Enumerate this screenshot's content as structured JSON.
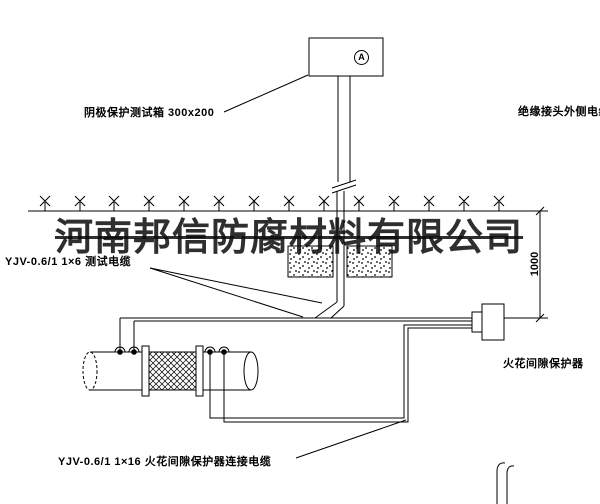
{
  "watermark": "河南邦信防腐材料有限公司",
  "labels": {
    "test_box": "阴极保护测试箱 300x200",
    "insulated_joint_cable": "绝缘接头外侧电缆",
    "test_cable": "YJV-0.6/1  1×6   测试电缆",
    "spark_gap_protector": "火花间隙保护器",
    "dimension_1000": "1000",
    "bottom_cable": "YJV-0.6/1  1×16   火花间隙保护器连接电缆",
    "meter_symbol": "A"
  },
  "colors": {
    "line": "#000000",
    "background": "#ffffff",
    "watermark": "#0a0a0a"
  }
}
